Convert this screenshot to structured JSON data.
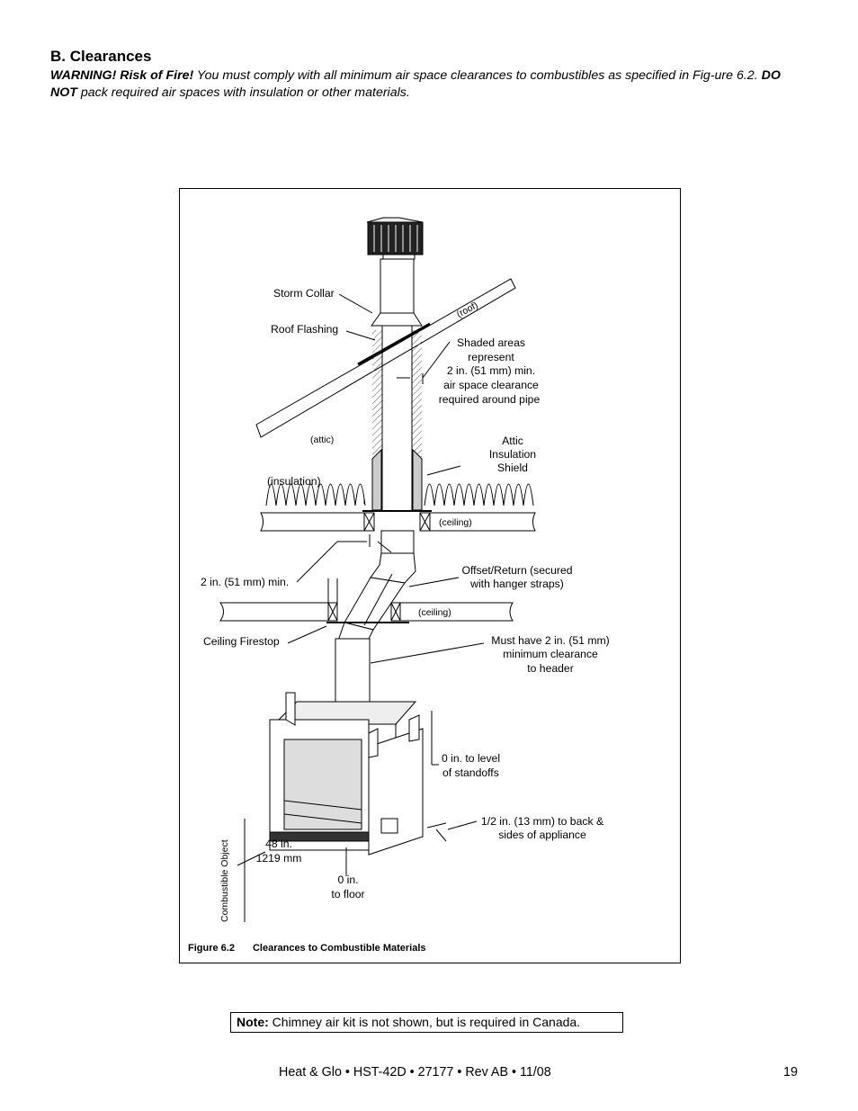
{
  "heading": "B. Clearances",
  "warning": {
    "lead": "WARNING! Risk of Fire!",
    "body1": " You must comply with all minimum air space clearances to combustibles as specified in Fig-ure 6.2. ",
    "emph": "DO NOT",
    "body2": " pack required air spaces with insulation or other materials."
  },
  "figure": {
    "labels": {
      "storm_collar": "Storm Collar",
      "roof_flashing": "Roof Flashing",
      "roof": "(roof)",
      "shaded_1": "Shaded areas",
      "shaded_2": "represent",
      "shaded_3": "2 in. (51 mm) min.",
      "shaded_4": "air space clearance",
      "shaded_5": "required around pipe",
      "attic": "(attic)",
      "attic_shield_1": "Attic",
      "attic_shield_2": "Insulation",
      "attic_shield_3": "Shield",
      "insulation": "(insulation)",
      "ceiling_upper": "(ceiling)",
      "two_in_min": "2 in. (51 mm) min.",
      "offset_1": "Offset/Return (secured",
      "offset_2": "with hanger straps)",
      "ceiling_lower": "(ceiling)",
      "ceiling_firestop": "Ceiling Firestop",
      "header_1": "Must have 2 in. (51 mm)",
      "header_2": "minimum clearance",
      "header_3": "to header",
      "standoffs_1": "0 in. to level",
      "standoffs_2": "of standoffs",
      "back_sides_1": "1/2 in. (13 mm) to back &",
      "back_sides_2": "sides of appliance",
      "combustible_object": "Combustible Object",
      "dim_48_1": "48 in.",
      "dim_48_2": "1219 mm",
      "floor_1": "0 in.",
      "floor_2": "to floor"
    },
    "caption_number": "Figure 6.2",
    "caption_title": "Clearances to Combustible Materials"
  },
  "note": {
    "label": "Note:",
    "text": " Chimney air kit is not shown, but is required in Canada."
  },
  "footer": "Heat & Glo • HST-42D • 27177 • Rev AB • 11/08",
  "page_number": "19"
}
